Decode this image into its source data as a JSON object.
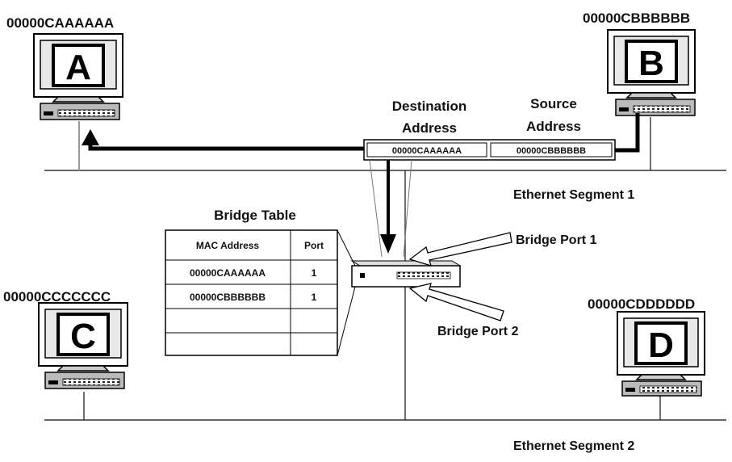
{
  "hosts": [
    {
      "letter": "A",
      "mac": "00000CAAAAAA"
    },
    {
      "letter": "B",
      "mac": "00000CBBBBBB"
    },
    {
      "letter": "C",
      "mac": "00000CCCCCCC"
    },
    {
      "letter": "D",
      "mac": "00000CDDDDDD"
    }
  ],
  "frame": {
    "destination_header": [
      "Destination",
      "Address"
    ],
    "source_header": [
      "Source",
      "Address"
    ],
    "destination_value": "00000CAAAAAA",
    "source_value": "00000CBBBBBB"
  },
  "segments": {
    "segment1": "Ethernet Segment 1",
    "segment2": "Ethernet Segment 2"
  },
  "bridge_ports": {
    "port1": "Bridge Port 1",
    "port2": "Bridge Port 2"
  },
  "bridge_table": {
    "title": "Bridge Table",
    "columns": [
      "MAC Address",
      "Port"
    ],
    "rows": [
      [
        "00000CAAAAAA",
        "1"
      ],
      [
        "00000CBBBBBB",
        "1"
      ],
      [
        "",
        ""
      ],
      [
        "",
        ""
      ]
    ]
  }
}
